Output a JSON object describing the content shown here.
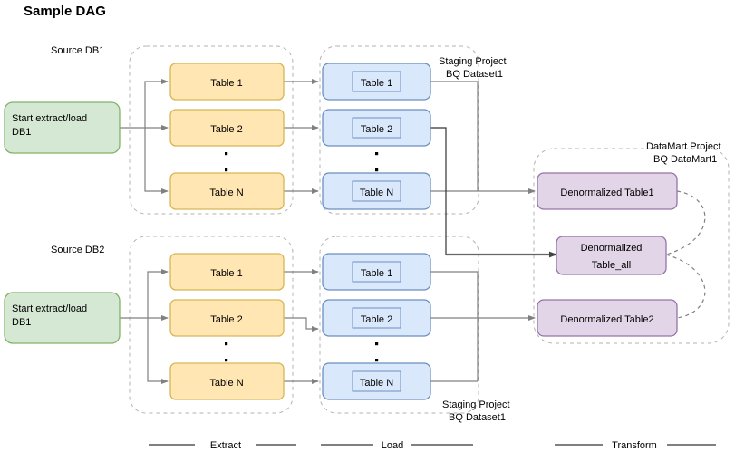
{
  "title": "Sample DAG",
  "colors": {
    "source_fill": "#d5e8d4",
    "source_stroke": "#82b366",
    "extract_fill": "#ffe6b3",
    "extract_stroke": "#d6b656",
    "load_fill": "#dae8fc",
    "load_stroke": "#6c8ebf",
    "transform_fill": "#e1d5e7",
    "transform_stroke": "#9673a6",
    "group_stroke": "#b3b3b3",
    "edge": "#808080",
    "text": "#000000"
  },
  "groups": {
    "source_db1_label": "Source DB1",
    "source_db2_label": "Source DB2",
    "staging_top_label_line1": "Staging Project",
    "staging_top_label_line2": "BQ Dataset1",
    "staging_bottom_label_line1": "Staging Project",
    "staging_bottom_label_line2": "BQ Dataset1",
    "datamart_label_line1": "DataMart Project",
    "datamart_label_line2": "BQ DataMart1"
  },
  "start_nodes": [
    {
      "id": "start-db1",
      "line1": "Start extract/load",
      "line2": "DB1"
    },
    {
      "id": "start-db2",
      "line1": "Start extract/load",
      "line2": "DB1"
    }
  ],
  "extract_top": [
    {
      "label": "Table 1"
    },
    {
      "label": "Table 2"
    },
    {
      "label": "Table N"
    }
  ],
  "extract_bottom": [
    {
      "label": "Table 1"
    },
    {
      "label": "Table 2"
    },
    {
      "label": "Table N"
    }
  ],
  "load_top": [
    {
      "label": "Table 1"
    },
    {
      "label": "Table 2"
    },
    {
      "label": "Table N"
    }
  ],
  "load_bottom": [
    {
      "label": "Table 1"
    },
    {
      "label": "Table 2"
    },
    {
      "label": "Table N"
    }
  ],
  "transform_nodes": [
    {
      "id": "denorm-table1",
      "line1": "Denormalized Table1",
      "line2": ""
    },
    {
      "id": "denorm-table-all",
      "line1": "Denormalized",
      "line2": "Table_all"
    },
    {
      "id": "denorm-table2",
      "line1": "Denormalized Table2",
      "line2": ""
    }
  ],
  "phases": [
    {
      "label": "Extract"
    },
    {
      "label": "Load"
    },
    {
      "label": "Transform"
    }
  ]
}
